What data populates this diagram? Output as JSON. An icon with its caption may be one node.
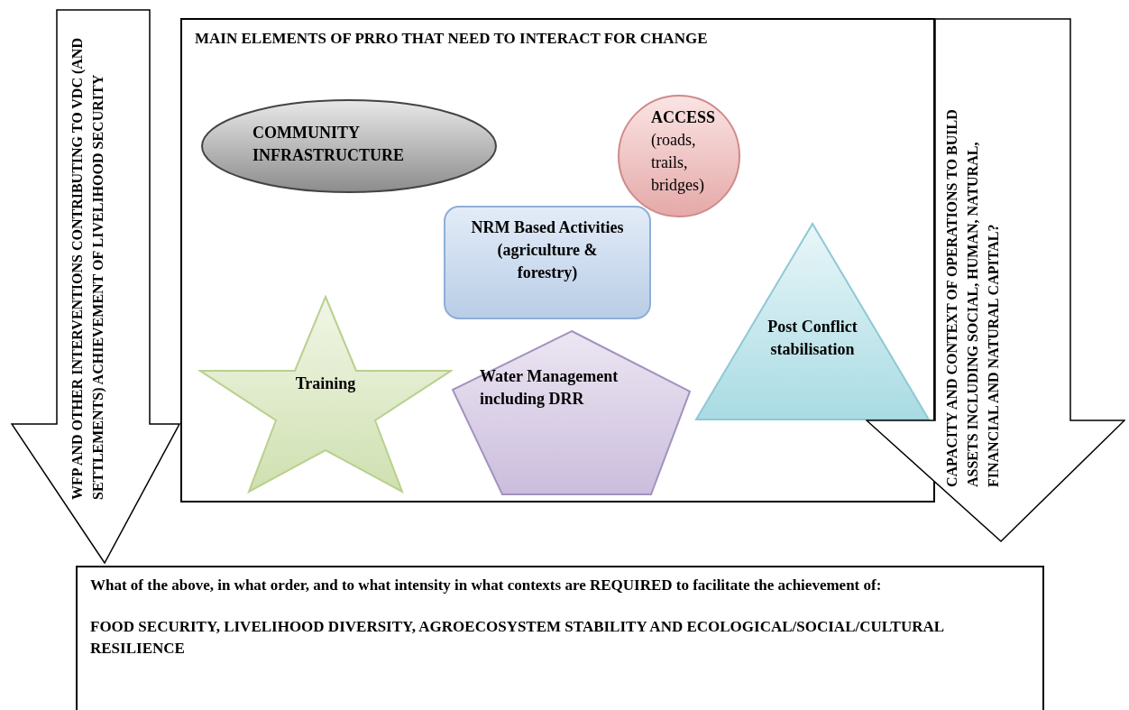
{
  "diagram": {
    "nodes": [
      {
        "text": [
          "WFP AND OTHER INTERVENTIONS CONTRIBUTING TO VDC (AND SETTLEMENTS) ACHIEVEMENT OF LIVELIHOOD SECURITY"
        ]
      },
      {
        "text": [
          "MAIN ELEMENTS OF PRRO THAT NEED TO INTERACT FOR CHANGE"
        ]
      },
      {
        "text": [
          "COMMUNITY INFRASTRUCTURE"
        ],
        "in": 1
      },
      {
        "text": [
          "ACCESS",
          "(roads, trails, bridges)"
        ],
        "in": 1
      },
      {
        "text": [
          "NRM Based Activities (agriculture & forestry)"
        ],
        "in": 1
      },
      {
        "text": [
          "Post Conflict stabilisation"
        ],
        "in": 1
      },
      {
        "text": [
          "Training"
        ],
        "in": 1
      },
      {
        "text": [
          "Water Management including DRR"
        ],
        "in": 1
      },
      {
        "text": [
          "CAPACITY AND CONTEXT OF OPERATIONS TO BUILD ASSETS INCLUDING SOCIAL, HUMAN, NATURAL, FINANCIAL AND NATURAL CAPITAL?"
        ]
      },
      {
        "text": [
          "What of the above, in what order, and to what intensity in what contexts are REQUIRED to facilitate the achievement of:",
          "FOOD SECURITY, LIVELIHOOD DIVERSITY, AGROECOSYSTEM STABILITY AND ECOLOGICAL/SOCIAL/CULTURAL RESILIENCE"
        ]
      }
    ]
  }
}
